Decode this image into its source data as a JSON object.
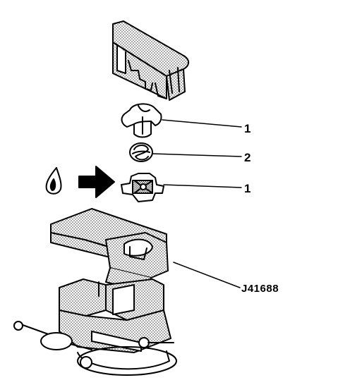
{
  "diagram": {
    "callouts": {
      "cap_upper": "1",
      "spring": "2",
      "cap_lower": "1",
      "tool": "J41688"
    },
    "icons": [
      "oil-drop-icon",
      "right-arrow-icon"
    ],
    "colors": {
      "ink": "#000000",
      "paper": "#ffffff",
      "stipple": "#7a7a7a"
    }
  }
}
